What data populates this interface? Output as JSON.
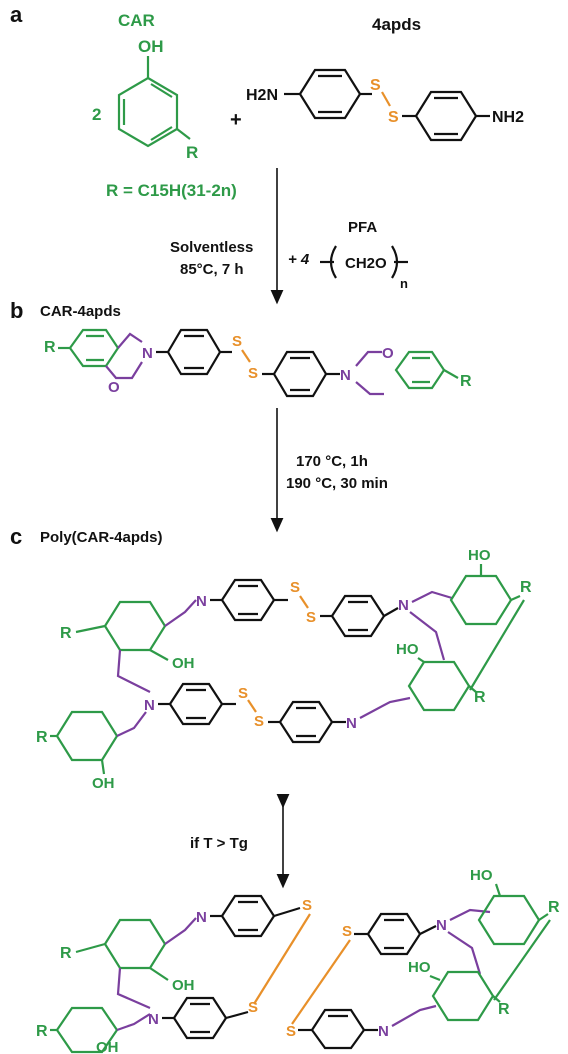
{
  "panels": {
    "a": "a",
    "b": "b",
    "c": "c"
  },
  "reactants": {
    "car_name": "CAR",
    "car_coeff": "2",
    "car_oh": "OH",
    "car_r": "R",
    "car_r_def": "R = C15H(31-2n)",
    "plus": "+",
    "apds_name": "4apds",
    "h2n": "H2N",
    "nh2": "NH2",
    "s": "S"
  },
  "step1": {
    "conditions_line1": "Solventless",
    "conditions_line2": "85°C, 7 h",
    "pfa_name": "PFA",
    "pfa_coeff": "+ 4",
    "pfa_formula": "CH2O",
    "pfa_n": "n"
  },
  "monomer": {
    "name": "CAR-4apds",
    "r": "R",
    "n": "N",
    "o": "O",
    "s": "S"
  },
  "step2": {
    "conditions_line1": "170 °C, 1h",
    "conditions_line2": "190 °C, 30 min"
  },
  "polymer": {
    "name": "Poly(CAR-4apds)",
    "ho": "HO",
    "oh": "OH",
    "r": "R",
    "n": "N",
    "s": "S"
  },
  "equilibrium": {
    "condition": "if T > Tg"
  },
  "colors": {
    "car_green": "#2e9a48",
    "linker_purple": "#7a3f9e",
    "sulfur_orange": "#e8902a",
    "text_black": "#111111"
  }
}
